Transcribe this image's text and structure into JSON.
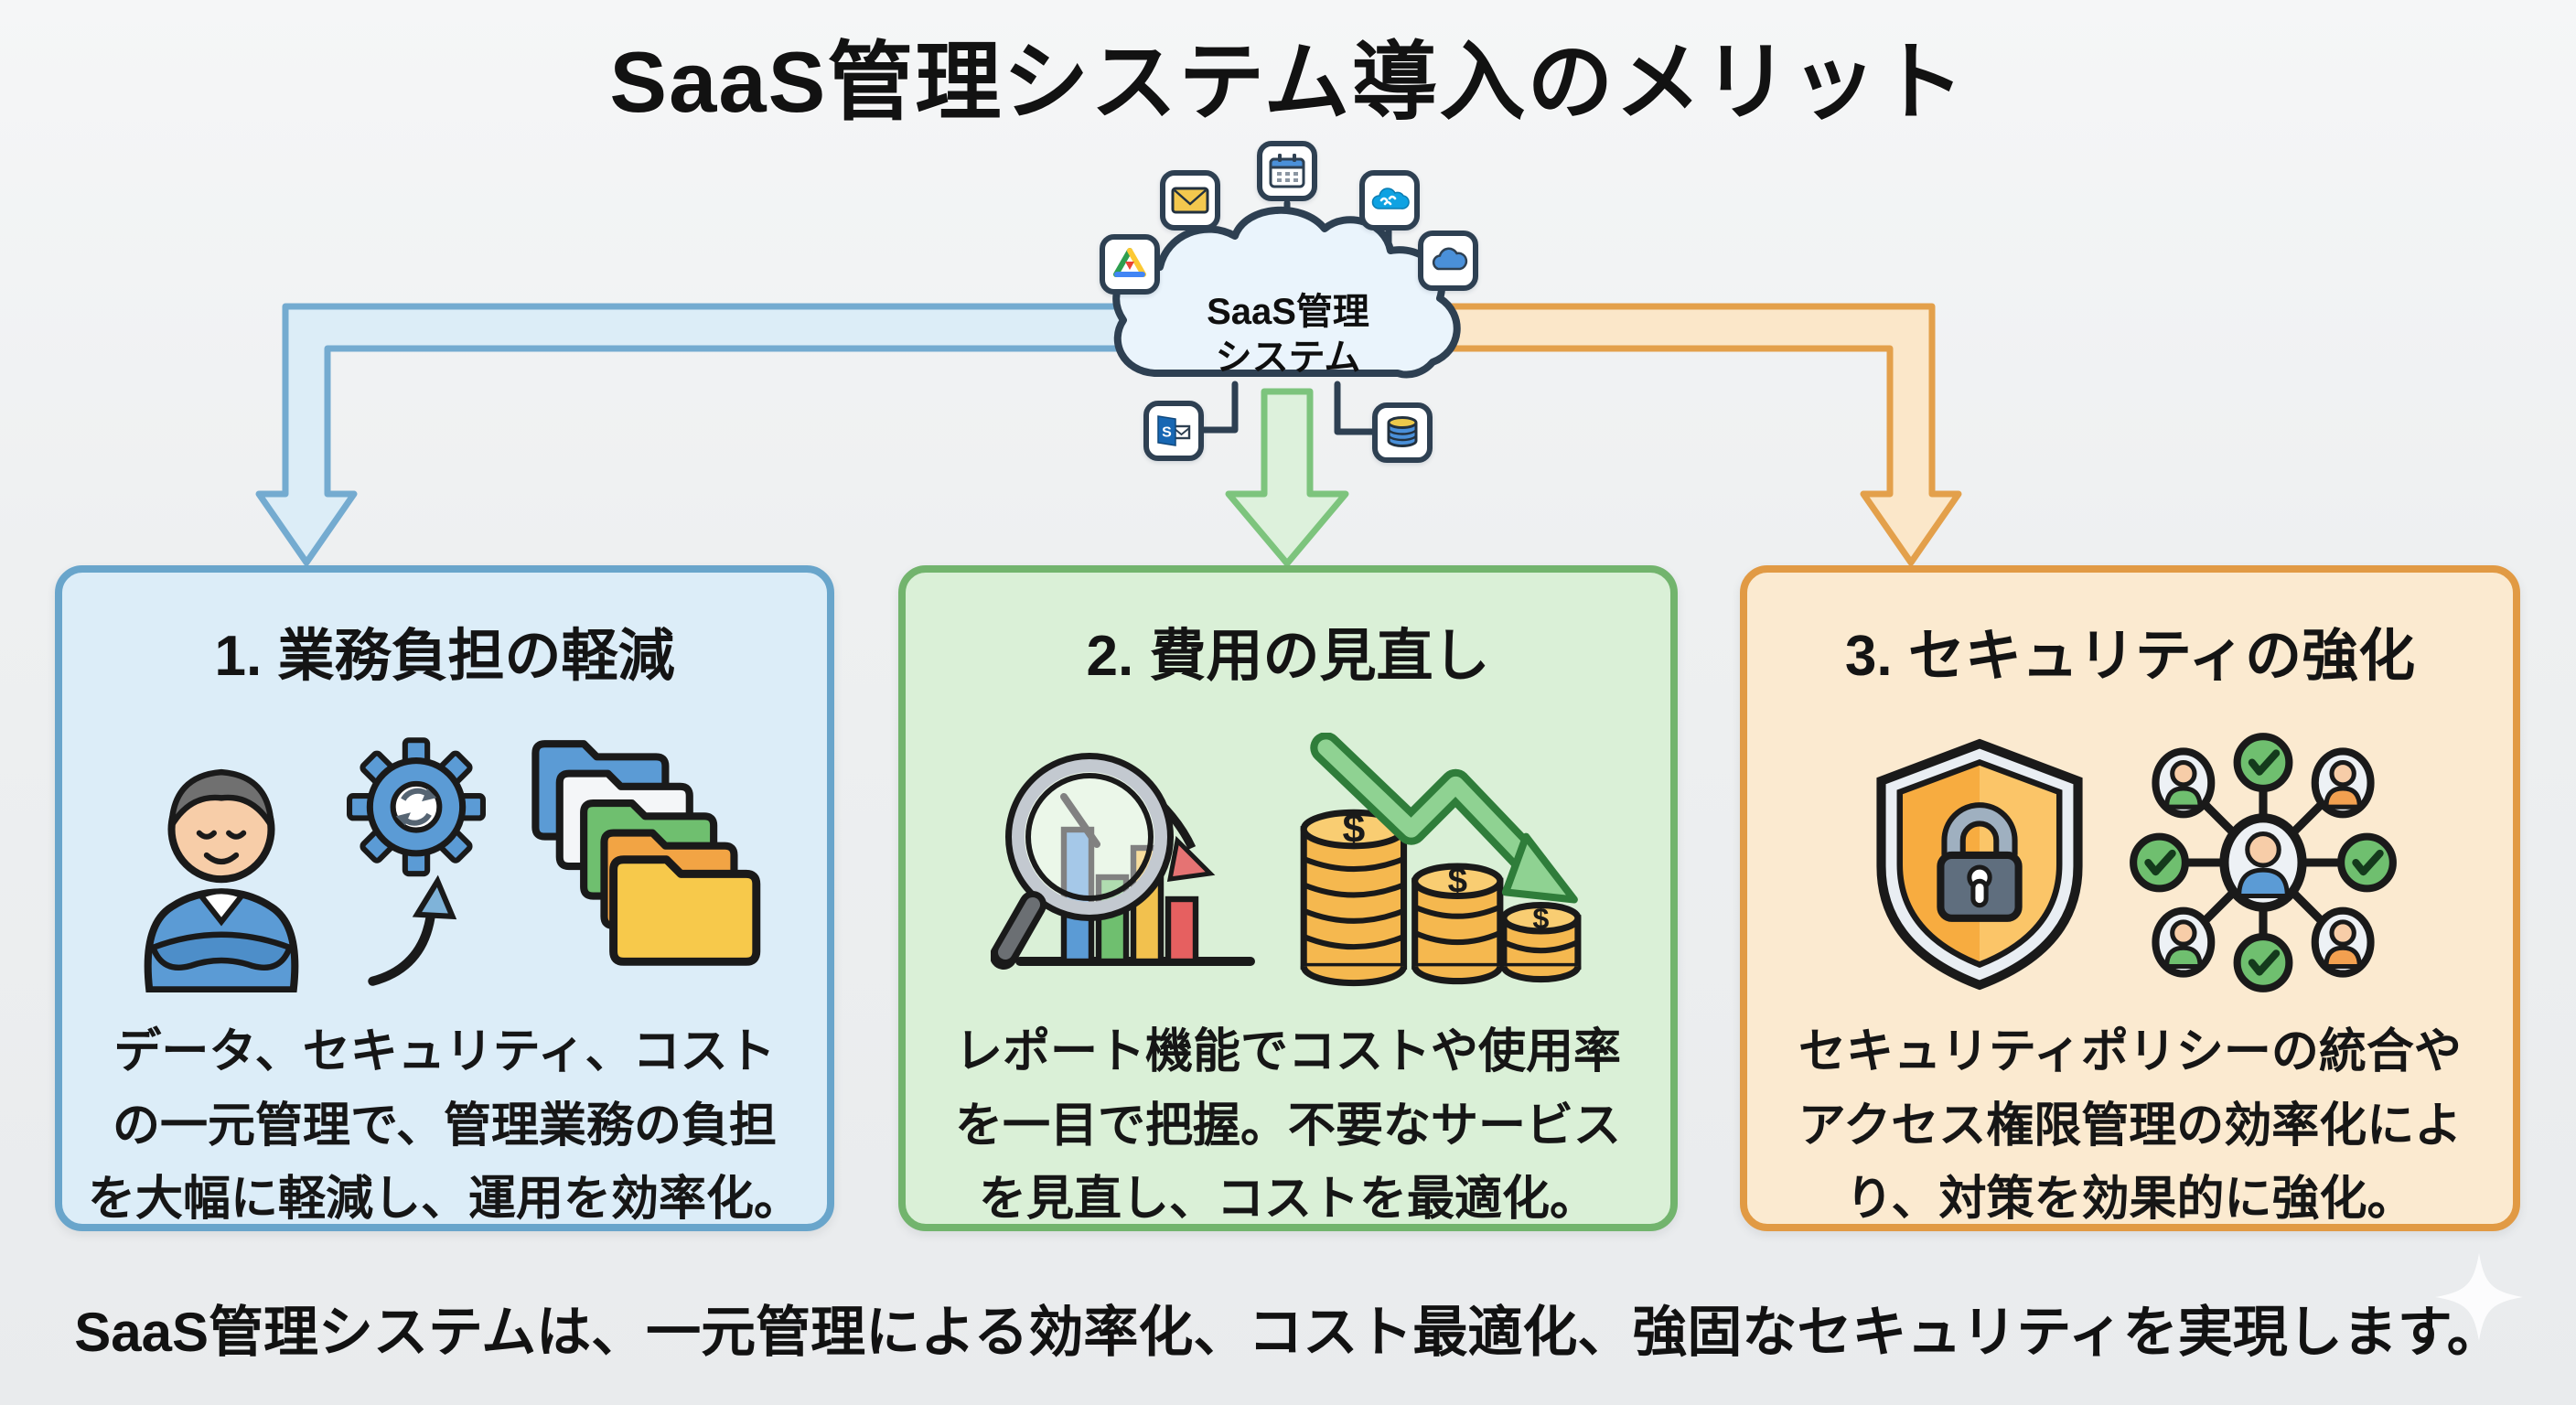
{
  "title": "SaaS管理システム導入のメリット",
  "hub": {
    "label": "SaaS管理\nシステム",
    "apps": [
      {
        "name": "email-icon"
      },
      {
        "name": "calendar-icon"
      },
      {
        "name": "salesforce-cloud-icon"
      },
      {
        "name": "google-drive-icon"
      },
      {
        "name": "cloud-storage-icon"
      },
      {
        "name": "outlook-mail-icon"
      },
      {
        "name": "database-icon"
      }
    ]
  },
  "benefits": [
    {
      "title": "1. 業務負担の軽減",
      "body": "データ、セキュリティ、コスト\nの一元管理で、管理業務の負担\nを大幅に軽減し、運用を効率化。",
      "panel_bg": "#dcedf8",
      "accent_border": "#69a5cb",
      "arrow_fill": "#dcedf7",
      "arrow_stroke": "#74abd0",
      "icons": [
        "manager-person-icon",
        "gear-sync-icon",
        "folder-stack-icon"
      ]
    },
    {
      "title": "2. 費用の見直し",
      "body": "レポート機能でコストや使用率\nを一目で把握。不要なサービス\nを見直し、コストを最適化。",
      "panel_bg": "#daf0d7",
      "accent_border": "#72b46d",
      "arrow_fill": "#ddf1dc",
      "arrow_stroke": "#7dc47d",
      "icons": [
        "cost-analysis-icon",
        "coin-stacks-decline-icon"
      ]
    },
    {
      "title": "3. セキュリティの強化",
      "body": "セキュリティポリシーの統合や\nアクセス権限管理の効率化によ\nり、対策を効果的に強化。",
      "panel_bg": "#fbead0",
      "accent_border": "#e19a44",
      "arrow_fill": "#fbe7c9",
      "arrow_stroke": "#e3a04b",
      "icons": [
        "shield-lock-icon",
        "access-network-icon"
      ]
    }
  ],
  "footer": "SaaS管理システムは、一元管理による効率化、コスト最適化、強固なセキュリティを実現します。",
  "colors": {
    "background": "#eef0f1",
    "connector_line": "#2e4052",
    "cloud_fill": "#eaf4fc",
    "cloud_stroke": "#2e4052",
    "text": "#141414"
  }
}
